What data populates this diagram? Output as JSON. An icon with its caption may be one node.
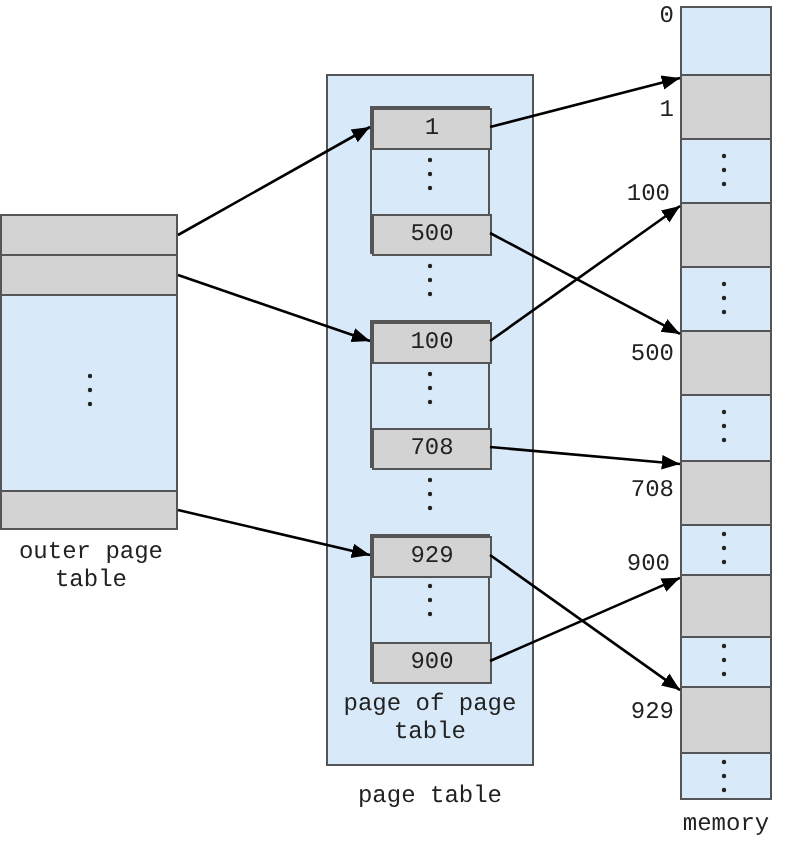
{
  "diagram": {
    "nodes": [
      {
        "text": [
          "outer page table"
        ]
      },
      {
        "text": [],
        "shape": "box",
        "in": 0
      },
      {
        "text": [],
        "shape": "box",
        "in": 0
      },
      {
        "text": [],
        "shape": "box",
        "in": 0
      },
      {
        "text": [
          "page table"
        ]
      },
      {
        "text": [],
        "shape": "box",
        "in": 4
      },
      {
        "text": [
          "1"
        ],
        "in": 5
      },
      {
        "text": [
          "500"
        ],
        "in": 5
      },
      {
        "text": [],
        "shape": "box",
        "in": 4
      },
      {
        "text": [
          "100"
        ],
        "in": 8
      },
      {
        "text": [
          "708"
        ],
        "in": 8
      },
      {
        "text": [],
        "shape": "box",
        "in": 4,
        "beside": [
          "page of page table"
        ]
      },
      {
        "text": [
          "929"
        ],
        "in": 11
      },
      {
        "text": [
          "900"
        ],
        "in": 11
      },
      {
        "text": [
          "memory"
        ]
      },
      {
        "text": [],
        "shape": "box",
        "in": 14
      },
      {
        "text": [],
        "shape": "box",
        "in": 14
      },
      {
        "text": [],
        "shape": "box",
        "in": 14
      },
      {
        "text": [],
        "shape": "box",
        "in": 14
      },
      {
        "text": [],
        "shape": "box",
        "in": 14
      },
      {
        "text": [],
        "shape": "box",
        "in": 14
      }
    ],
    "edges": [
      {
        "from": 1,
        "to": 6,
        "arrow": "to"
      },
      {
        "from": 2,
        "to": 9,
        "arrow": "to"
      },
      {
        "from": 3,
        "to": 12,
        "arrow": "to"
      },
      {
        "from": 6,
        "to": 15,
        "arrow": "to"
      },
      {
        "from": 7,
        "to": 17,
        "arrow": "to"
      },
      {
        "from": 9,
        "to": 16,
        "arrow": "to"
      },
      {
        "from": 10,
        "to": 18,
        "arrow": "to"
      },
      {
        "from": 12,
        "to": 20,
        "arrow": "to"
      },
      {
        "from": 13,
        "to": 19,
        "arrow": "to"
      }
    ],
    "labels": [
      "0",
      "1",
      "100",
      "500",
      "708",
      "900",
      "929"
    ]
  }
}
